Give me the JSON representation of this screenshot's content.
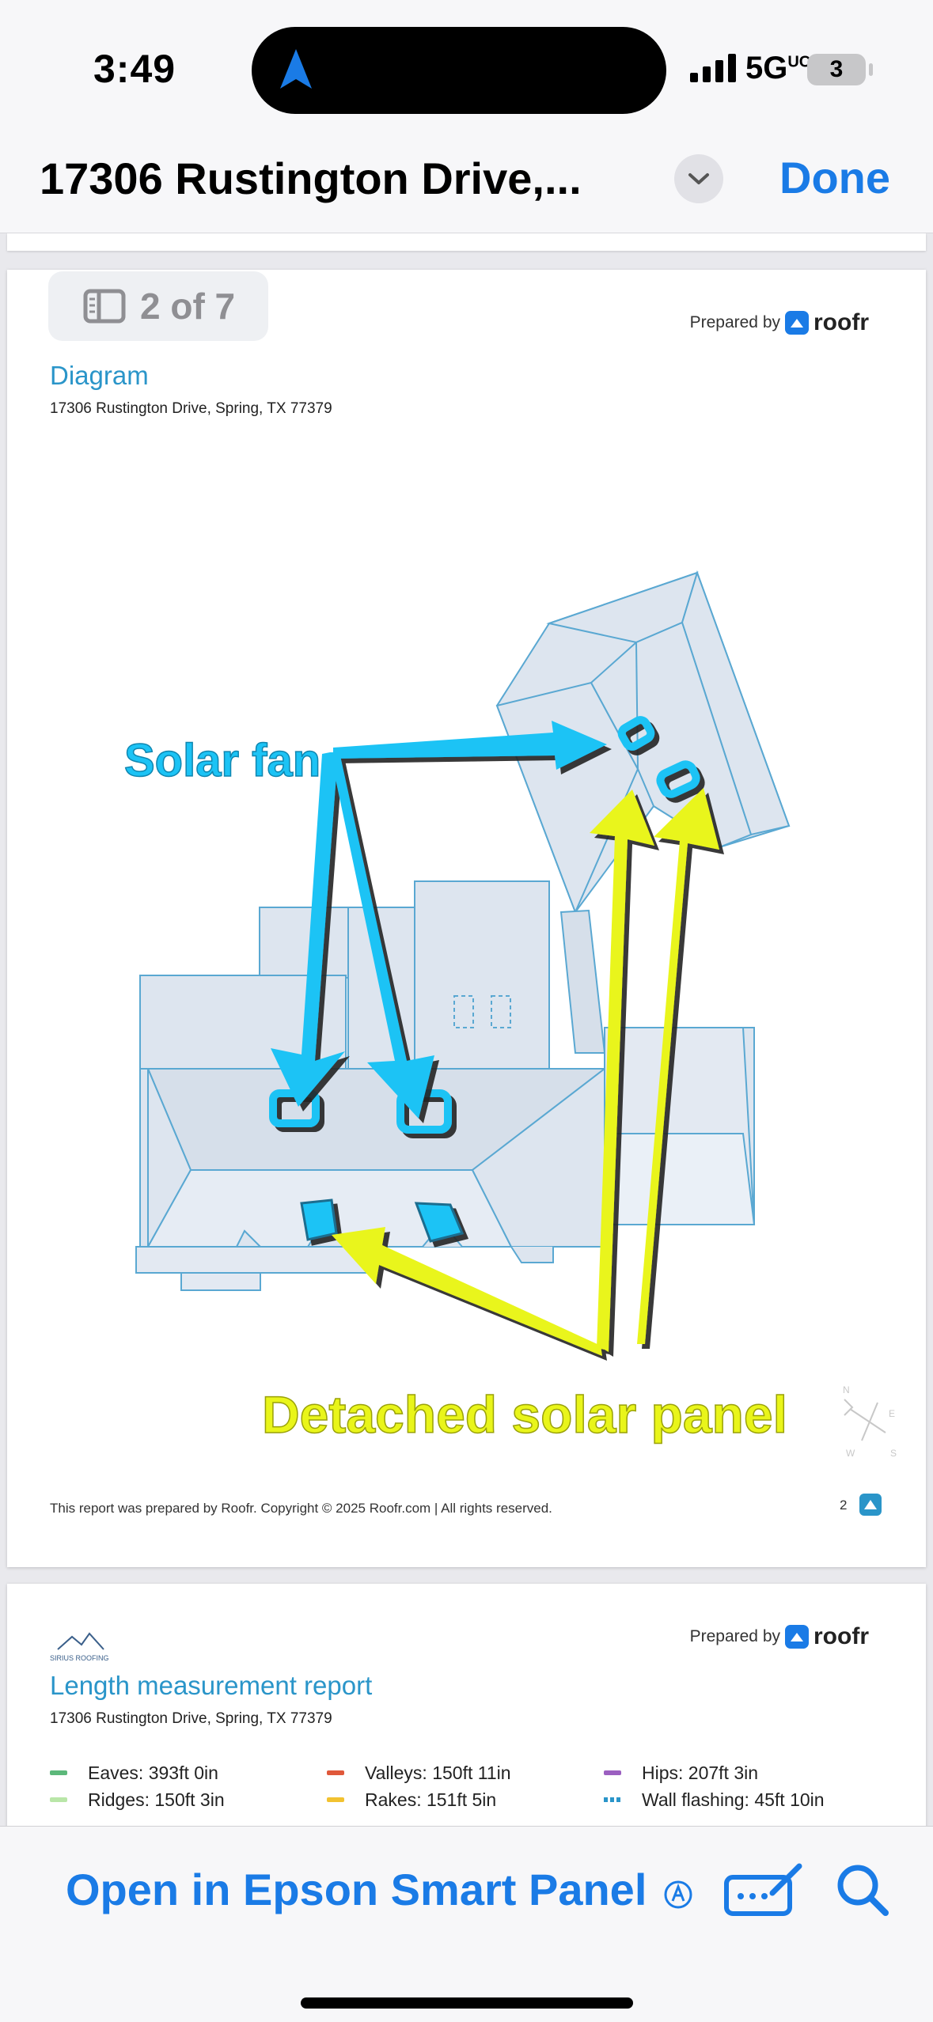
{
  "status_bar": {
    "time": "3:49",
    "network": "5G",
    "network_sup": "UC",
    "battery": "3"
  },
  "header": {
    "title": "17306 Rustington Drive,...",
    "done_label": "Done"
  },
  "page_counter": {
    "label": "2 of 7"
  },
  "page2": {
    "prepared_by": "Prepared by",
    "brand": "roofr",
    "section_title": "Diagram",
    "address": "17306 Rustington Drive, Spring, TX 77379",
    "annotations": {
      "solar_fan": "Solar fan",
      "detached_panel": "Detached solar panel"
    },
    "compass": {
      "n": "N",
      "e": "E",
      "s": "S",
      "w": "W"
    },
    "footer": "This report was prepared by Roofr. Copyright © 2025 Roofr.com | All rights reserved.",
    "page_number": "2"
  },
  "page3": {
    "prepared_by": "Prepared by",
    "brand": "roofr",
    "company_logo_text": "SIRIUS ROOFING",
    "section_title": "Length measurement report",
    "address": "17306 Rustington Drive, Spring, TX 77379",
    "legend": [
      [
        {
          "label": "Eaves: 393ft 0in",
          "color": "#5cb87a"
        },
        {
          "label": "Valleys: 150ft 11in",
          "color": "#e0583a"
        },
        {
          "label": "Hips: 207ft 3in",
          "color": "#9b5fc0"
        }
      ],
      [
        {
          "label": "Ridges: 150ft 3in",
          "color": "#b9e6a8"
        },
        {
          "label": "Rakes: 151ft 5in",
          "color": "#f2c230"
        },
        {
          "label": "Wall flashing: 45ft 10in",
          "color": "#2a95c9",
          "dotted": true
        }
      ]
    ]
  },
  "toolbar": {
    "open_label": "Open in Epson Smart Panel"
  },
  "colors": {
    "accent": "#1a7be6",
    "section_title": "#2a95c9",
    "solar_fan_annotation": "#1cc3f5",
    "detached_panel_annotation": "#e9f51a",
    "roof_fill": "#dde5ef",
    "roof_stroke": "#5aa8d2"
  }
}
